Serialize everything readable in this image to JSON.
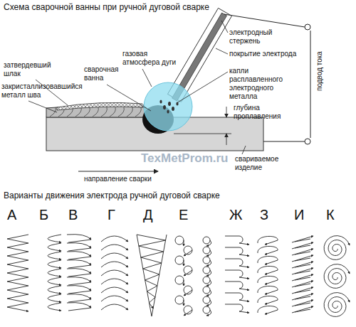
{
  "diagram": {
    "title": "Схема сварочной ванны при ручной дуговой сварке",
    "labels": [
      "электродный стержень",
      "покрытие электрода",
      "капли расплавленного электродного металла",
      "глубина проплавления",
      "затвердевший шлак",
      "закристаллизовавшийся металл шва",
      "сварочная ванна",
      "газовая атмосфера дуги",
      "подвод тока",
      "TexMetProm.ru",
      "направление сварки",
      "свариваемое изделие",
      "Варианты движения электрода ручной дуговой сварке",
      "А",
      "Б",
      "В",
      "Г",
      "Д",
      "Е",
      "Ж",
      "З",
      "И",
      "К"
    ]
  }
}
